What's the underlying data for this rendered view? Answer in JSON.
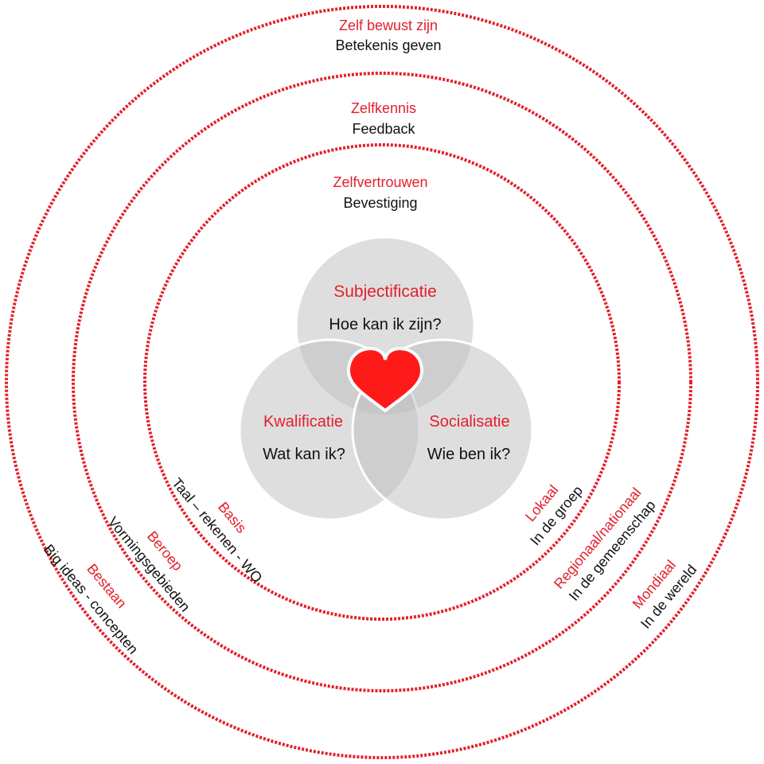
{
  "colors": {
    "accent": "#e3202b",
    "text": "#111111",
    "venn_fill": "#bdbdbd",
    "heart": "#ff1a1a"
  },
  "rings": {
    "outer": {
      "title": "Zelf bewust zijn",
      "subtitle": "Betekenis geven"
    },
    "middle": {
      "title": "Zelfkennis",
      "subtitle": "Feedback"
    },
    "inner": {
      "title": "Zelfvertrouwen",
      "subtitle": "Bevestiging"
    }
  },
  "venn": {
    "top": {
      "title": "Subjectificatie",
      "question": "Hoe kan ik zijn?"
    },
    "left": {
      "title": "Kwalificatie",
      "question": "Wat kan ik?"
    },
    "right": {
      "title": "Socialisatie",
      "question": "Wie ben ik?"
    },
    "center_icon": "heart-icon"
  },
  "left_labels": {
    "basis": {
      "title": "Basis",
      "subtitle": "Taal – rekenen - WO"
    },
    "beroep": {
      "title": "Beroep",
      "subtitle": "Vormingsgebieden"
    },
    "bestaan": {
      "title": "Bestaan",
      "subtitle": "Big ideas - concepten"
    }
  },
  "right_labels": {
    "lokaal": {
      "title": "Lokaal",
      "subtitle": "In de groep"
    },
    "regionaal": {
      "title": "Regionaal/nationaal",
      "subtitle": "In de gemeenschap"
    },
    "mondiaal": {
      "title": "Mondiaal",
      "subtitle": "In de wereld"
    }
  }
}
